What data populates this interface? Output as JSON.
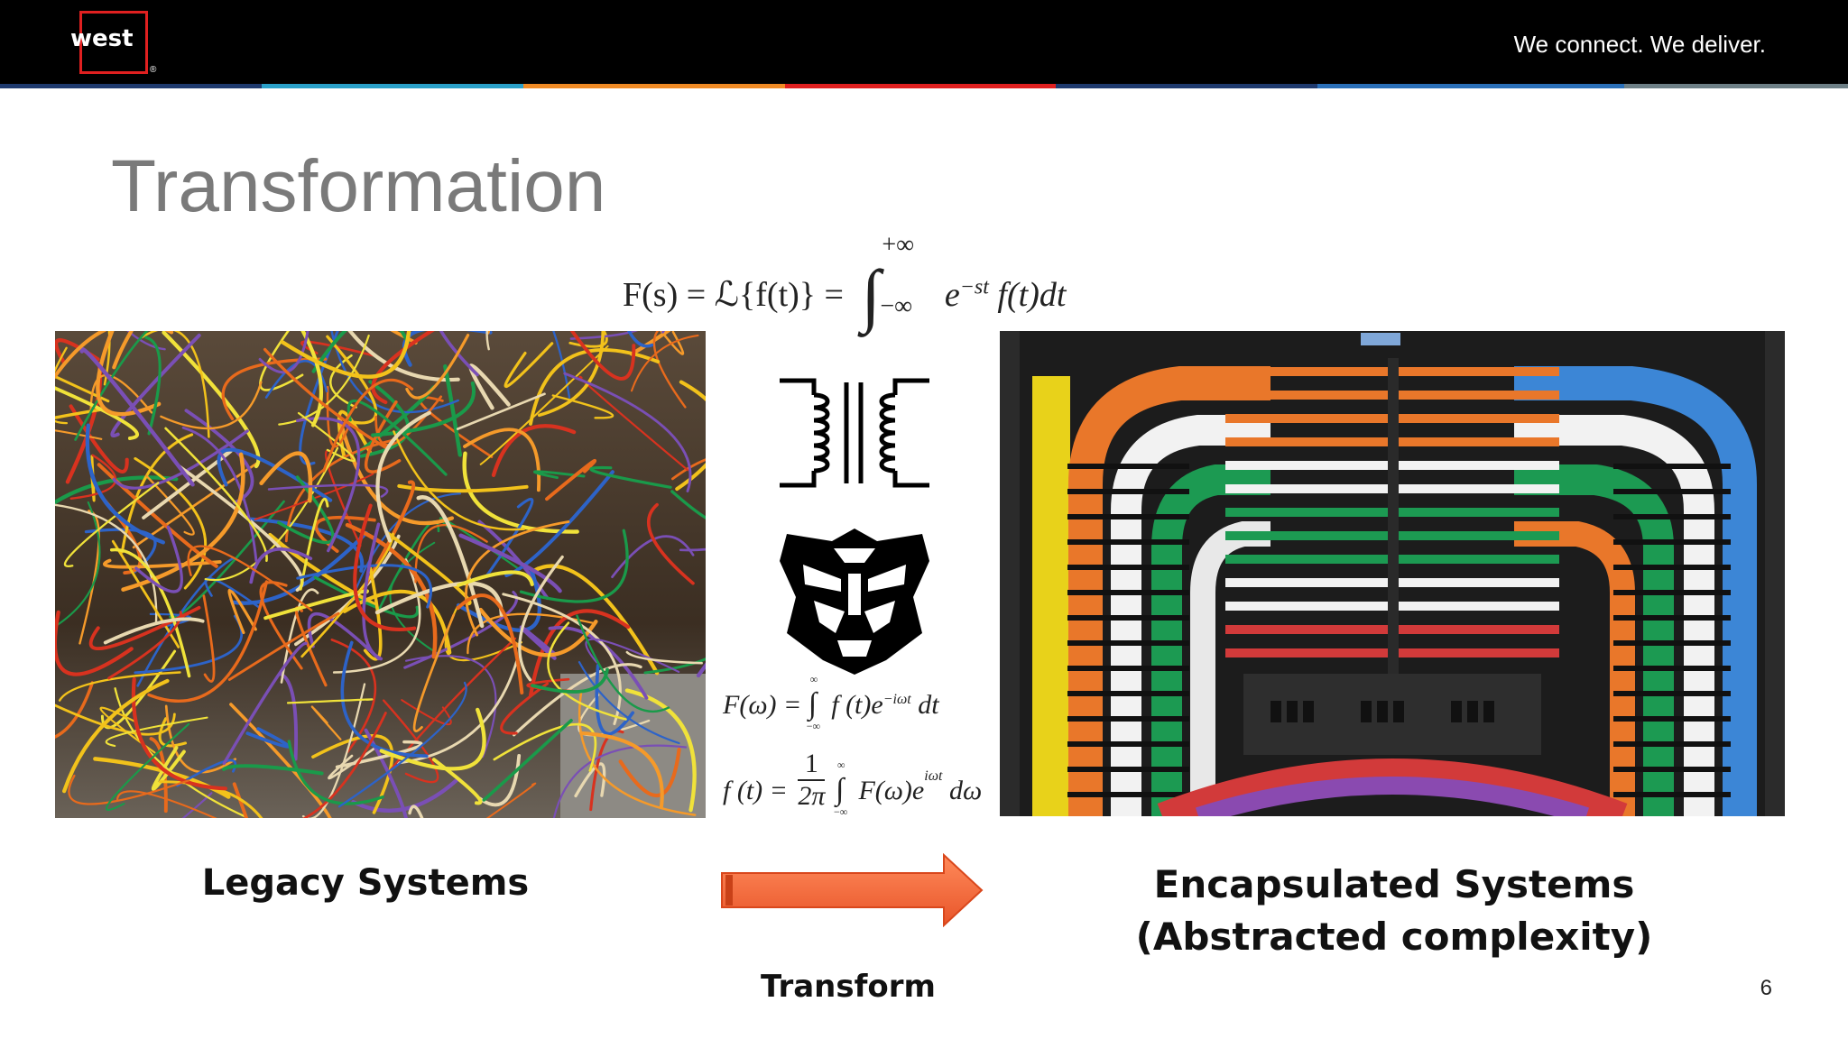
{
  "header": {
    "logo_text": "west",
    "logo_mark": "®",
    "tagline": "We connect. We deliver."
  },
  "slide": {
    "title": "Transformation",
    "page_number": "6"
  },
  "formulas": {
    "laplace": "F(s) = ℒ{f(t)} = ∫ e−st f(t)dt",
    "laplace_lhs": "F(s) = ℒ{f(t)} =",
    "laplace_upper": "+∞",
    "laplace_lower": "−∞",
    "laplace_rhs": "e",
    "laplace_exp": "−st",
    "laplace_tail": "f(t)dt",
    "fourier_forward_lhs": "F(ω) =",
    "fourier_forward_rhs": "f (t)e",
    "fourier_forward_exp": "−iωt",
    "fourier_forward_tail": "dt",
    "fourier_inverse_lhs": "f (t) =",
    "fourier_inverse_num": "1",
    "fourier_inverse_den": "2π",
    "fourier_inverse_rhs": "F(ω)e",
    "fourier_inverse_exp": "iωt",
    "fourier_inverse_tail": "dω",
    "limit_upper": "∞",
    "limit_lower": "−∞"
  },
  "captions": {
    "left": "Legacy Systems",
    "center": "Transform",
    "right_line1": "Encapsulated Systems",
    "right_line2": "(Abstracted complexity)"
  },
  "icons": {
    "transformer": "transformer-symbol-icon",
    "autobot": "autobot-logo-icon",
    "arrow": "right-arrow-icon"
  },
  "colors": {
    "accent_red": "#e02020",
    "arrow_orange": "#f26a3a",
    "title_gray": "#7a7a7a"
  }
}
